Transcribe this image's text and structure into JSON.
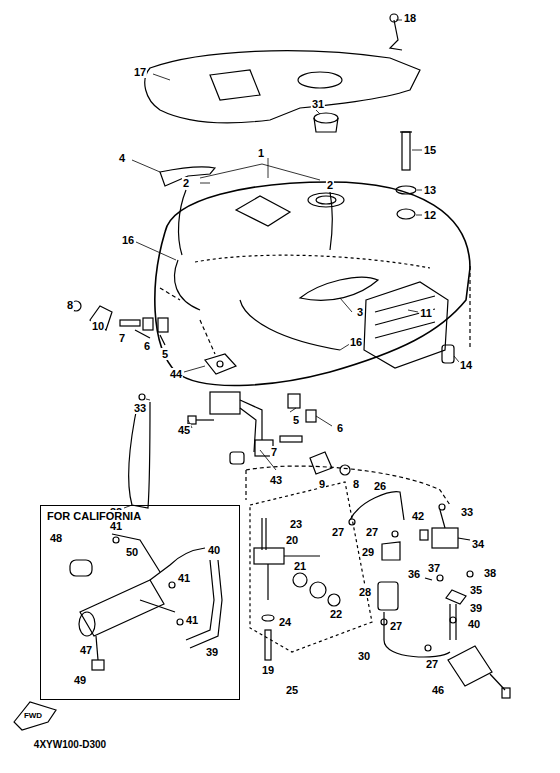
{
  "diagram": {
    "nodes": [
      {
        "text": [
          "FOR CALIFORNIA"
        ]
      }
    ],
    "labels": [
      "18",
      "17",
      "31",
      "15",
      "1",
      "4",
      "2",
      "2",
      "13",
      "12",
      "16",
      "8",
      "10",
      "7",
      "6",
      "5",
      "3",
      "11",
      "16",
      "14",
      "44",
      "33",
      "5",
      "45",
      "6",
      "7",
      "9",
      "8",
      "43",
      "32",
      "26",
      "33",
      "23",
      "27",
      "41",
      "50",
      "48",
      "27",
      "42",
      "20",
      "29",
      "34",
      "40",
      "21",
      "38",
      "41",
      "36",
      "37",
      "35",
      "28",
      "39",
      "40",
      "47",
      "41",
      "39",
      "24",
      "22",
      "27",
      "30",
      "19",
      "27",
      "49",
      "46",
      "25",
      "FWD",
      "4XYW100-D300"
    ]
  }
}
